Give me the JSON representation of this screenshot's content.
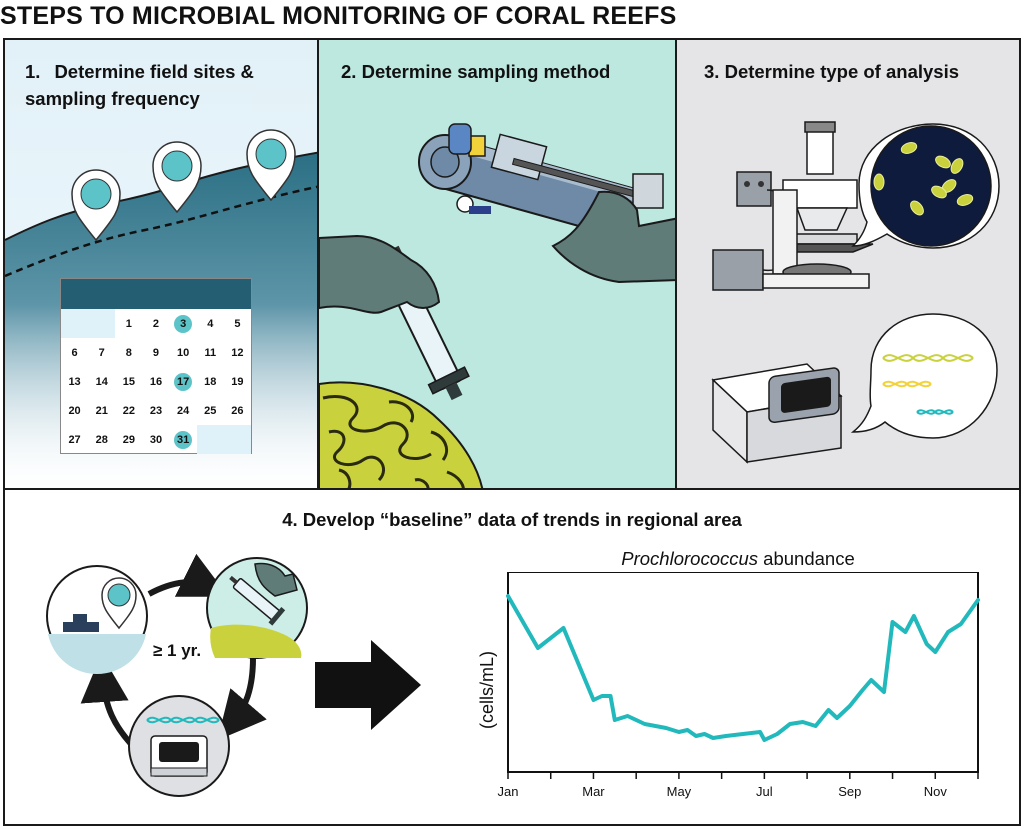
{
  "title": "STEPS TO MICROBIAL MONITORING OF CORAL REEFS",
  "steps": [
    {
      "number": "1.",
      "heading_line1": "Determine field sites &",
      "heading_line2": "sampling frequency"
    },
    {
      "number": "2.",
      "heading": "Determine sampling method"
    },
    {
      "number": "3.",
      "heading": "Determine type of analysis"
    },
    {
      "number": "4.",
      "heading": "Develop “baseline” data of trends in regional area"
    }
  ],
  "calendar": {
    "leading_blank": 2,
    "days": [
      "1",
      "2",
      "3",
      "4",
      "5",
      "6",
      "7",
      "8",
      "9",
      "10",
      "11",
      "12",
      "13",
      "14",
      "15",
      "16",
      "17",
      "18",
      "19",
      "20",
      "21",
      "22",
      "23",
      "24",
      "25",
      "26",
      "27",
      "28",
      "29",
      "30",
      "31"
    ],
    "highlighted": [
      "3",
      "17",
      "31"
    ],
    "highlight_color": "#5cc4c8",
    "header_color": "#245e72"
  },
  "cycle": {
    "label": "≥ 1 yr."
  },
  "colors": {
    "teal": "#22b9bd",
    "dark_teal": "#245e72"
  },
  "chart_data": {
    "type": "line",
    "title_italic": "Prochlorococcus",
    "title_rest": "abundance",
    "xlabel": "",
    "ylabel": "(cells/mL)",
    "x_ticks": [
      "Jan",
      "Mar",
      "May",
      "Jul",
      "Sep",
      "Nov"
    ],
    "x_tick_positions": [
      1,
      3,
      5,
      7,
      9,
      11
    ],
    "xlim": [
      1,
      12
    ],
    "ylim": [
      0,
      100
    ],
    "y_ticks": [],
    "series": [
      {
        "x": [
          1.0,
          1.7,
          2.3,
          3.0,
          3.2,
          3.4,
          3.5,
          3.8,
          4.2,
          4.7,
          5.0,
          5.2,
          5.4,
          5.6,
          5.8,
          6.1,
          6.5,
          6.9,
          7.0,
          7.3,
          7.6,
          7.9,
          8.2,
          8.5,
          8.7,
          9.0,
          9.3,
          9.5,
          9.8,
          10.0,
          10.3,
          10.5,
          10.8,
          11.0,
          11.3,
          11.6,
          12.0
        ],
        "y": [
          88,
          62,
          72,
          36,
          38,
          38,
          26,
          28,
          24,
          22,
          20,
          21,
          18,
          19,
          17,
          18,
          19,
          20,
          16,
          19,
          24,
          25,
          23,
          31,
          27,
          33,
          41,
          46,
          40,
          75,
          70,
          78,
          64,
          60,
          70,
          74,
          86
        ]
      }
    ],
    "line_color": "#22b9bd",
    "grid": false
  }
}
